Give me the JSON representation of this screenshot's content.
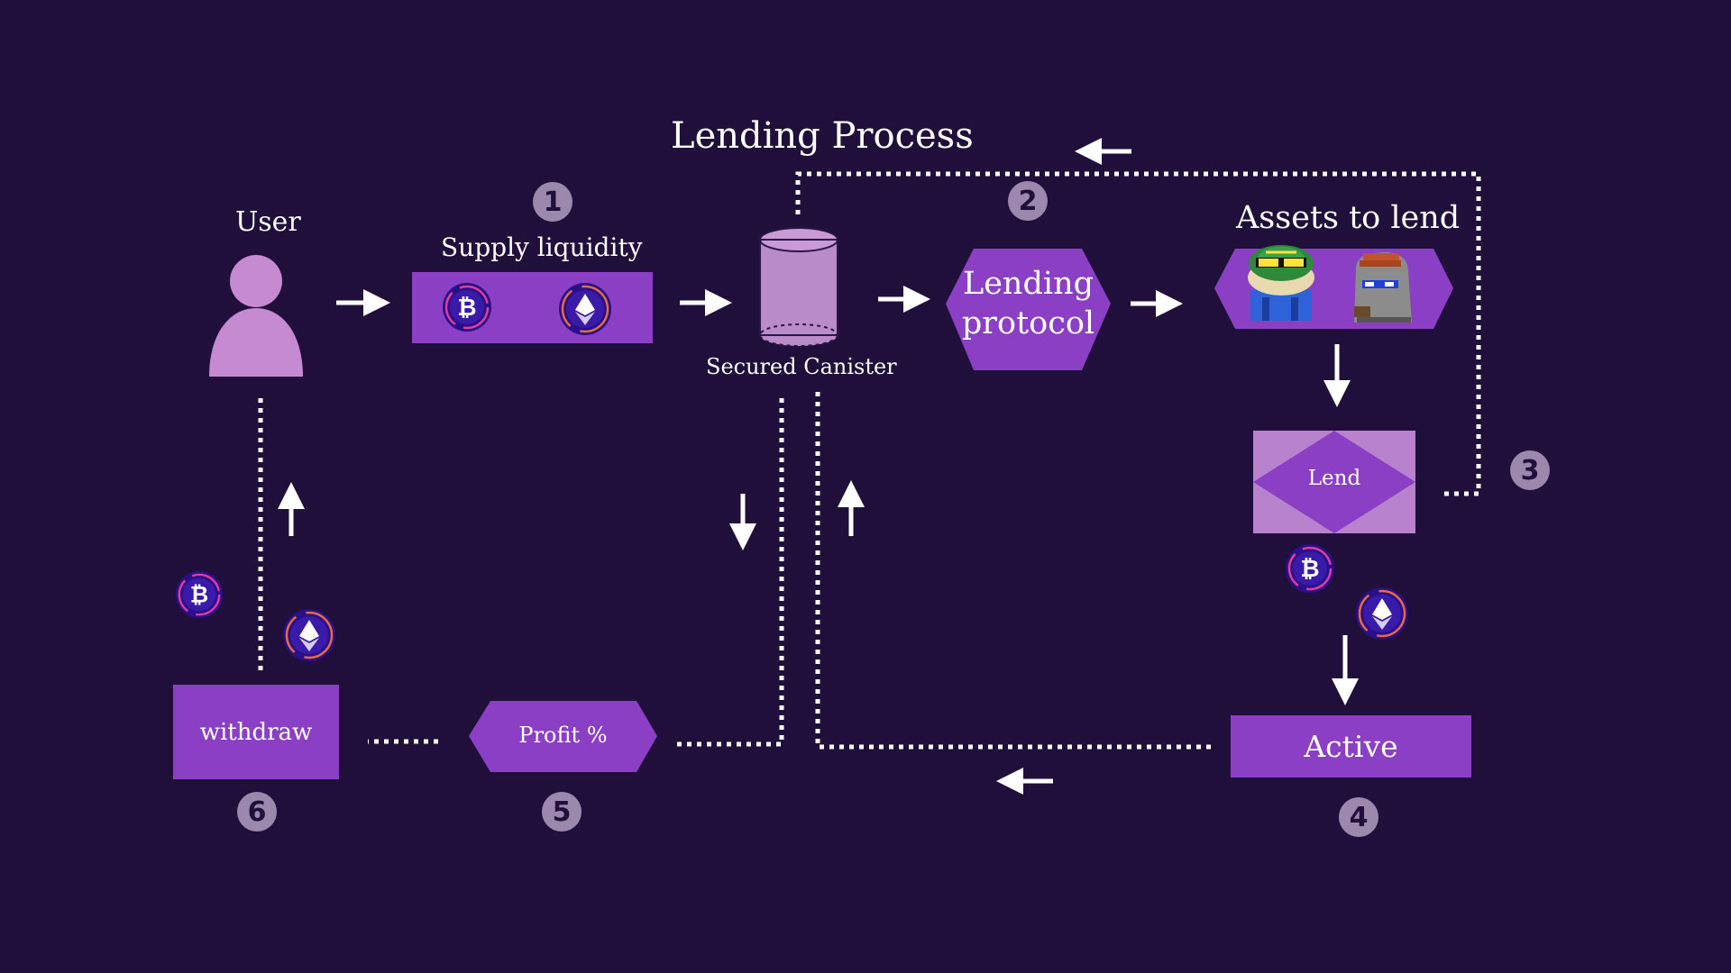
{
  "title": "Lending Process",
  "user": {
    "label": "User"
  },
  "supply": {
    "label": "Supply liquidity"
  },
  "canister": {
    "label": "Secured Canister"
  },
  "protocol": {
    "line1": "Lending",
    "line2": "protocol"
  },
  "assets": {
    "label": "Assets to lend"
  },
  "lend": {
    "label": "Lend"
  },
  "active": {
    "label": "Active"
  },
  "profit": {
    "label": "Profit %"
  },
  "withdraw": {
    "label": "withdraw"
  },
  "steps": [
    "1",
    "2",
    "3",
    "4",
    "5",
    "6"
  ],
  "icons": [
    "user-icon",
    "bitcoin-icon",
    "ethereum-icon",
    "canister-icon",
    "frog-nft-icon",
    "rock-nft-icon",
    "arrow-icon"
  ],
  "colors": {
    "background": "#1f0f3a",
    "accent": "#8a3fc4",
    "light": "#c58ad0",
    "badge": "#9c88ad"
  }
}
